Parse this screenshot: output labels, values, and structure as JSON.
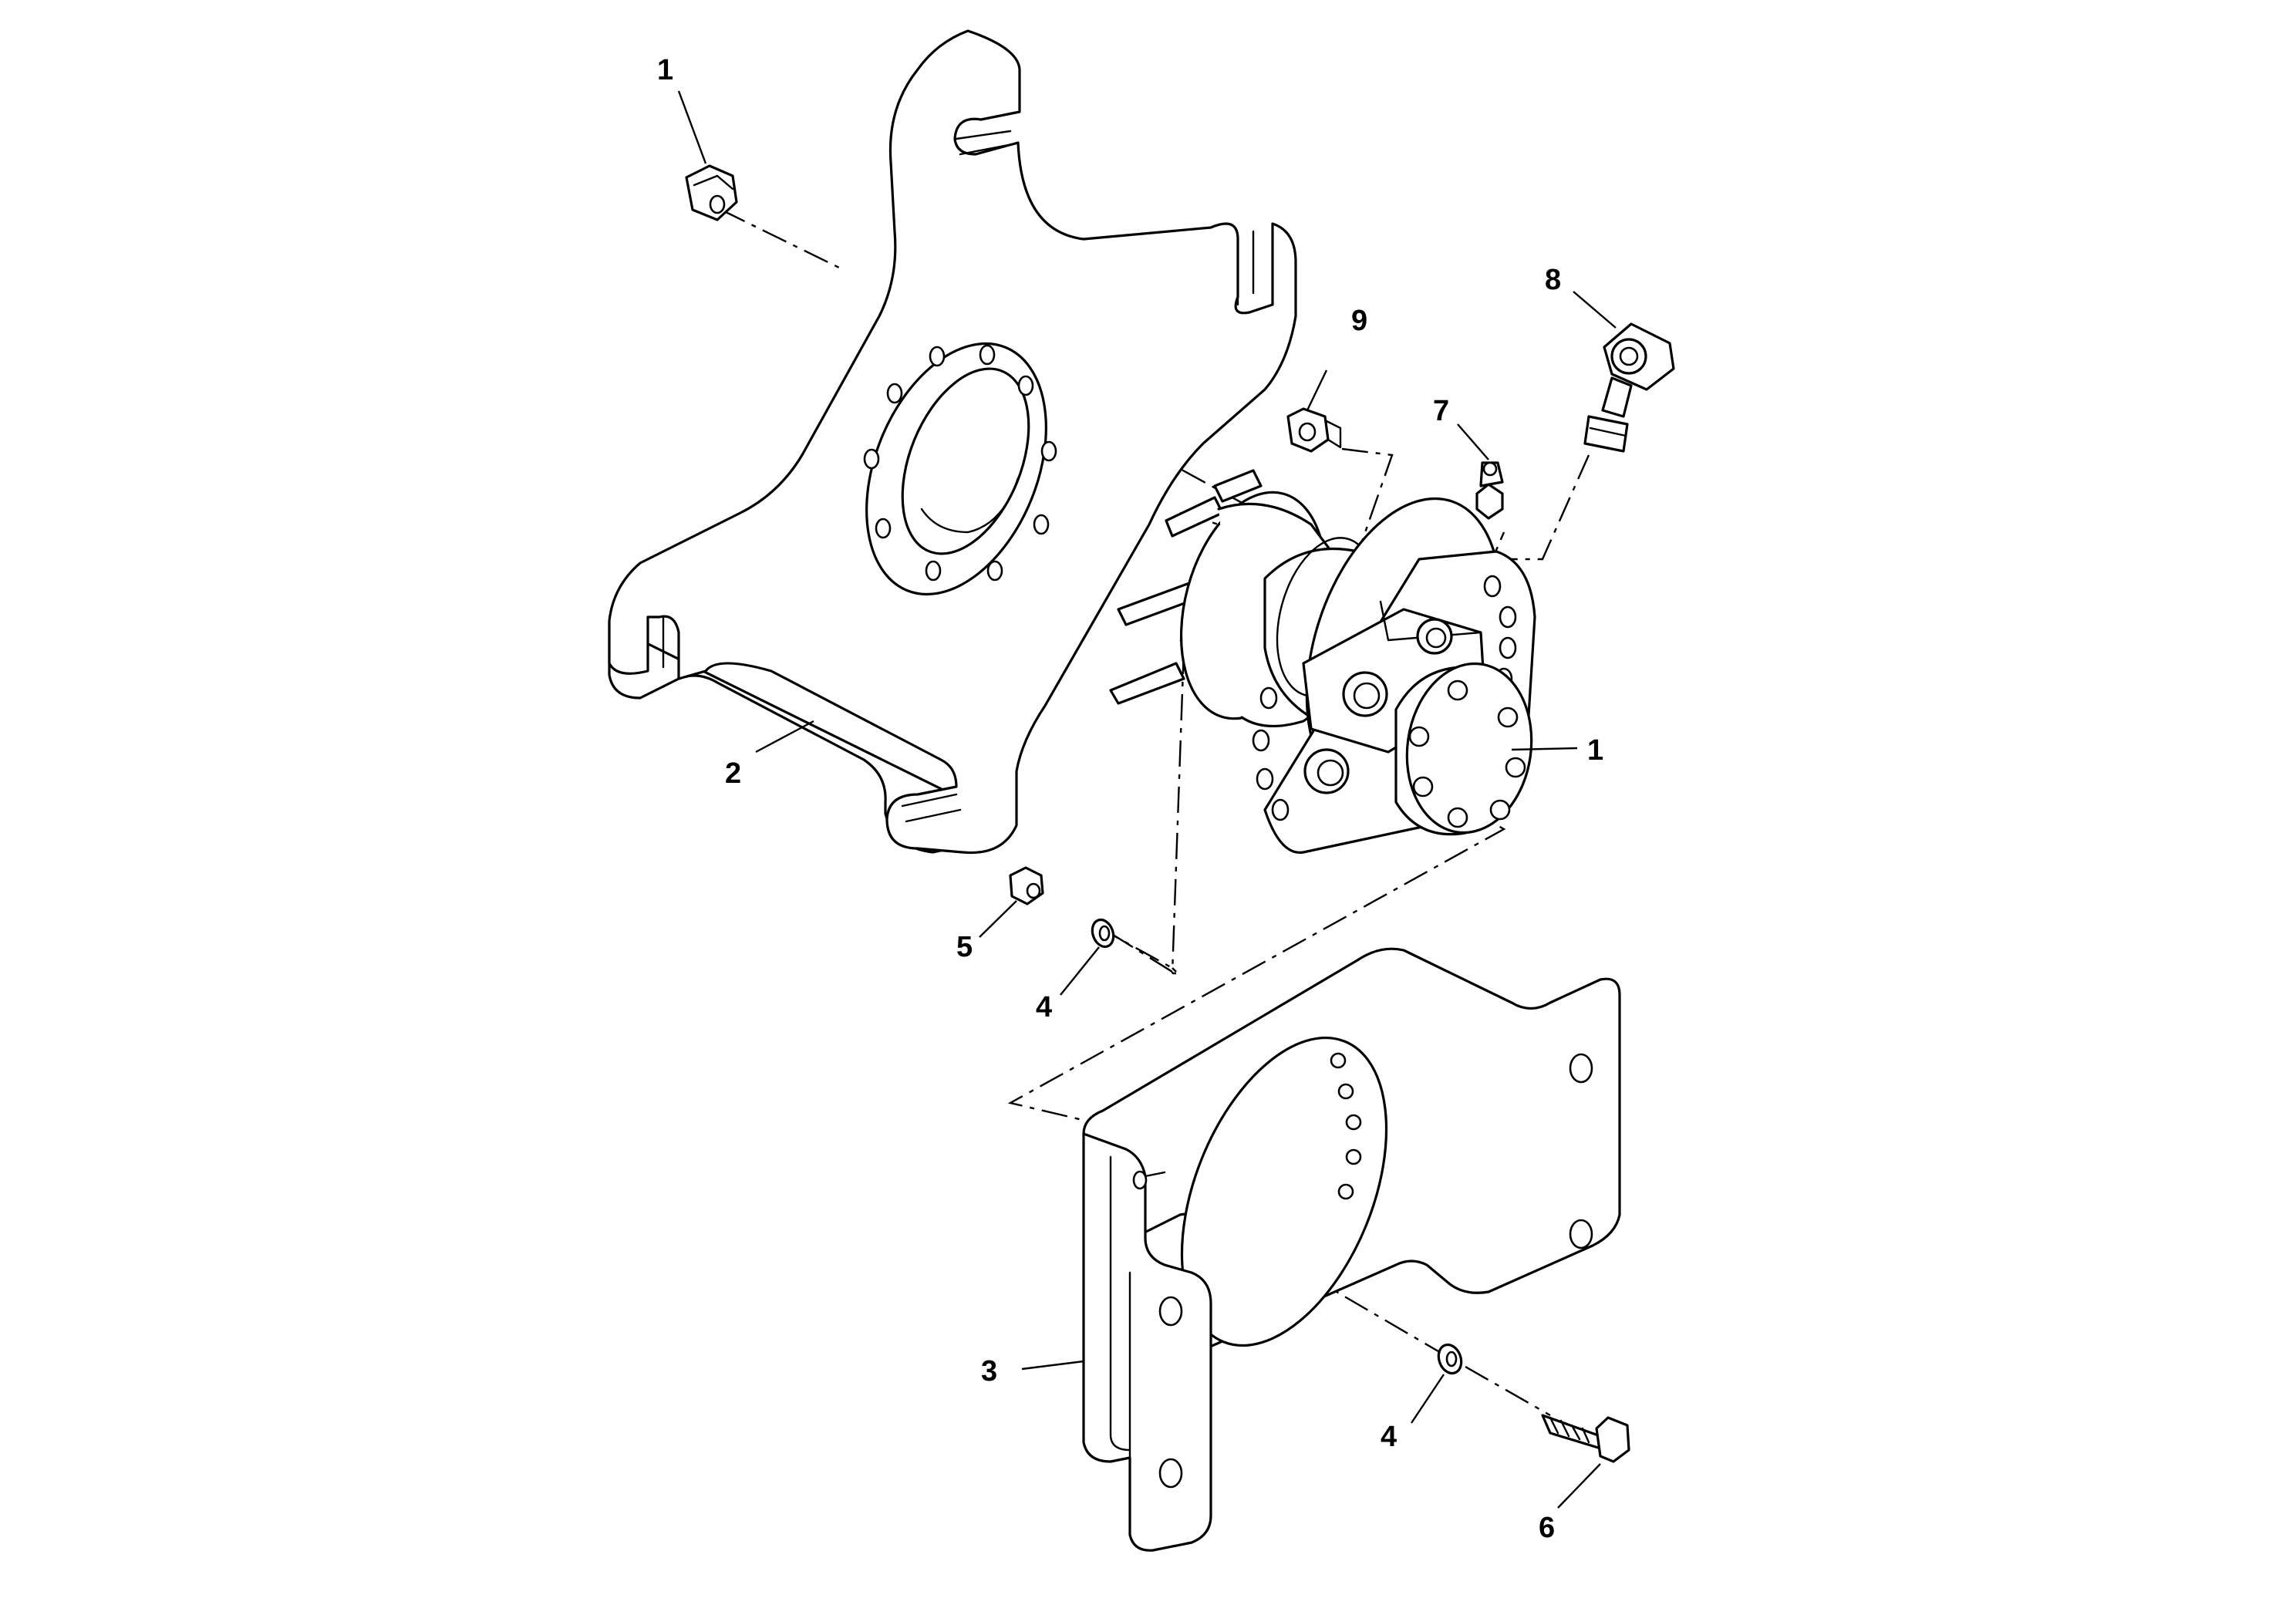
{
  "callouts": {
    "c1_nut": "1",
    "c1_motor": "1",
    "c2": "2",
    "c3": "3",
    "c4_upper": "4",
    "c4_lower": "4",
    "c5": "5",
    "c6": "6",
    "c7": "7",
    "c8": "8",
    "c9": "9"
  }
}
